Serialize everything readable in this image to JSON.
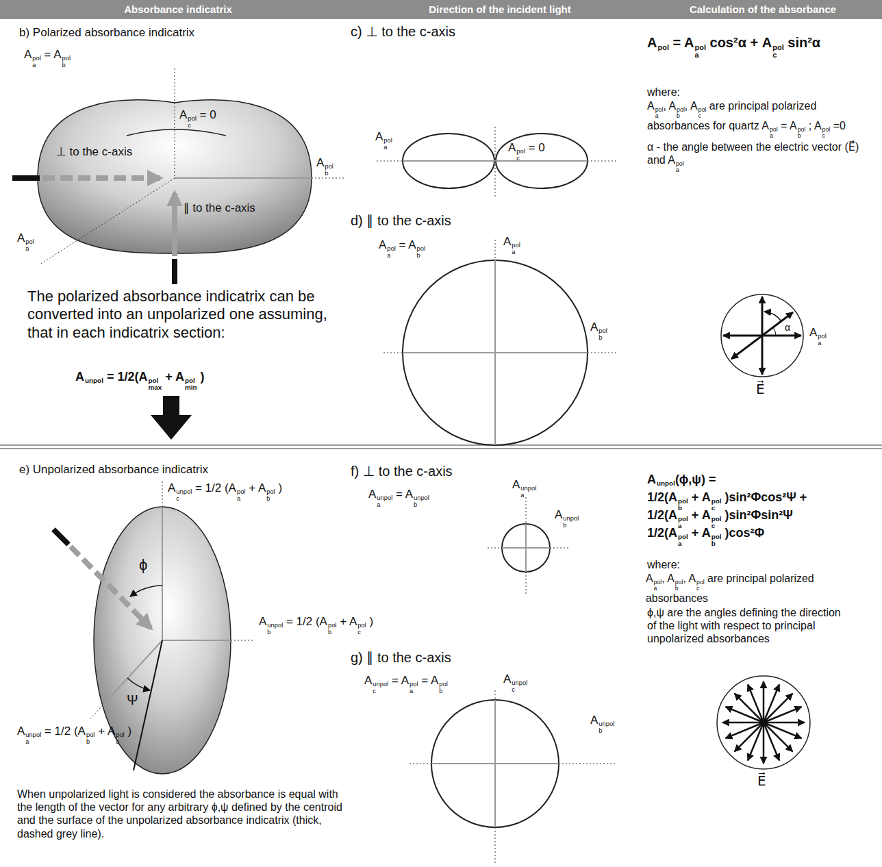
{
  "diagram": {
    "nodes": [
      {
        "text": [
          "Absorbance indicatrix"
        ]
      },
      {
        "text": [
          "Direction of the incident light"
        ]
      },
      {
        "text": [
          "Calculation of the absorbance"
        ]
      }
    ],
    "labels": [
      "b) Polarized absorbance indicatrix",
      "Aapol = Abpol",
      "Acpol = 0",
      "⊥ to the c-axis",
      "Abpol",
      "∥ to the c-axis",
      "Aapol",
      "The polarized absorbance indicatrix can be converted into an unpolarized one assuming, that in each indicatrix section:",
      "Aunpol = 1/2(Amaxpol + Aminpol )",
      "c) ⊥ to the c-axis",
      "Aapol",
      "Acpol = 0",
      "d) ∥ to the c-axis",
      "Aapol",
      "Aapol = Abpol",
      "Abpol",
      "Apol = Aapol cos²α + Acpol sin²α",
      "where:",
      "Aapol, Abpol, Acpol are principal polarized absorbances for quartz Aapol = Abpol ; Acpol =0",
      "α - the angle between the electric vector (E⃗) and Aapol",
      "α",
      "Aapol",
      "E⃗",
      "e) Unpolarized absorbance indicatrix",
      "Acunpol = 1/2 (Aapol + Abpol )",
      "ϕ",
      "Ψ",
      "Abunpol = 1/2 (Abpol + Acpol )",
      "Aaunpol = 1/2 (Abpol + Acpol )",
      "When unpolarized light is considered the absorbance is equal with the length of the vector for any arbitrary ϕ,ψ defined by the centroid and the surface of the unpolarized absorbance indicatrix (thick, dashed grey line).",
      "f) ⊥ to the c-axis",
      "Aaunpol = Abunpol",
      "Aaunpol",
      "Abunpol",
      "g) ∥ to the c-axis",
      "Acunpol = Aapol = Abpol",
      "Acunpol",
      "Abunpol",
      "Aunpol(ϕ,ψ) =",
      "1/2(Abpol + Acpol )sin²Φcos²Ψ +",
      "1/2(Aapol + Acpol )sin²Φsin²Ψ",
      "1/2(Aapol + Abpol )cos²Φ",
      "where:",
      "Aapol, Abpol, Acpol are principal polarized absorbances",
      "ϕ,ψ are the angles defining the direction of the light with respect to principal unpolarized absorbances",
      "E⃗"
    ]
  }
}
